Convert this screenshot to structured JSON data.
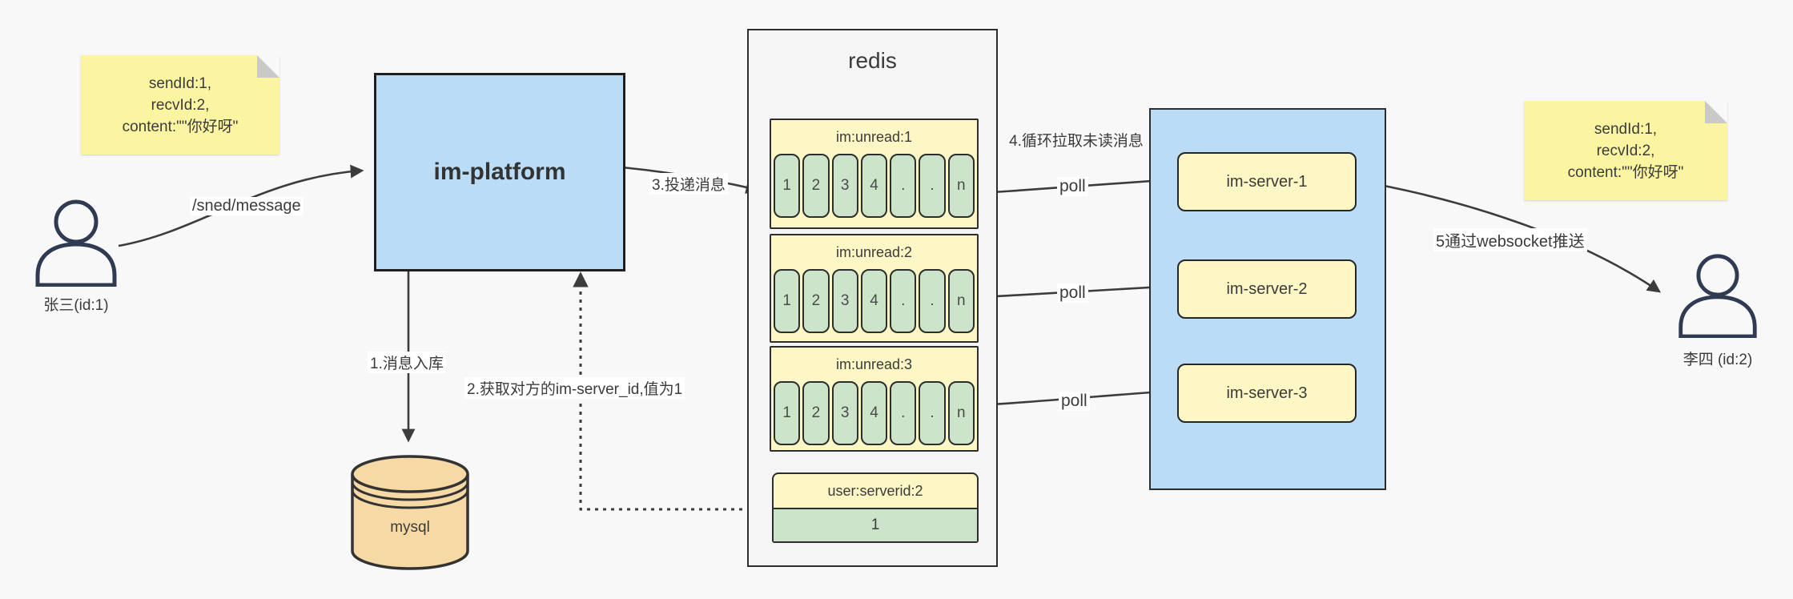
{
  "palette": {
    "background": "#f8f8f8",
    "note_yellow": "#fbf5a1",
    "block_yellow": "#fcf7c5",
    "cell_green": "#cce5ca",
    "box_blue": "#bbdcf6",
    "db_peach": "#f7d9a6",
    "line_dark": "#3c3c3c"
  },
  "notes": {
    "left": {
      "lines": [
        "sendId:1,",
        "recvId:2,",
        "content:\"\"你好呀\""
      ]
    },
    "right": {
      "lines": [
        "sendId:1,",
        "recvId:2,",
        "content:\"\"你好呀\""
      ]
    }
  },
  "actors": {
    "sender": {
      "label": "张三(id:1)"
    },
    "receiver": {
      "label": "李四 (id:2)"
    }
  },
  "platform": {
    "label": "im-platform"
  },
  "database": {
    "label": "mysql"
  },
  "redis": {
    "title": "redis",
    "queues": [
      {
        "header": "im:unread:1",
        "cells": [
          "1",
          "2",
          "3",
          "4",
          ".",
          ".",
          "n"
        ]
      },
      {
        "header": "im:unread:2",
        "cells": [
          "1",
          "2",
          "3",
          "4",
          ".",
          ".",
          "n"
        ]
      },
      {
        "header": "im:unread:3",
        "cells": [
          "1",
          "2",
          "3",
          "4",
          ".",
          ".",
          "n"
        ]
      }
    ],
    "kv": {
      "header": "user:serverid:2",
      "value": "1"
    }
  },
  "servers": [
    {
      "label": "im-server-1"
    },
    {
      "label": "im-server-2"
    },
    {
      "label": "im-server-3"
    }
  ],
  "edges": {
    "send_label": "/sned/message",
    "step1": "1.消息入库",
    "step2": "2.获取对方的im-server_id,值为1",
    "step3": "3.投递消息",
    "step4": "4.循环拉取未读消息",
    "step5": "5通过websocket推送",
    "poll": "poll"
  }
}
